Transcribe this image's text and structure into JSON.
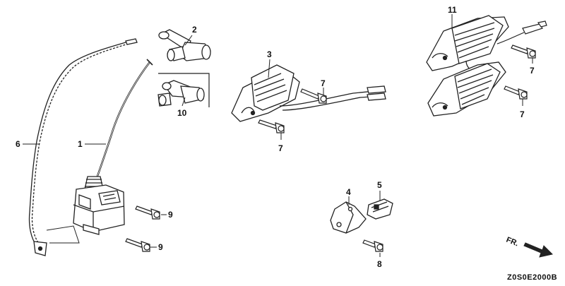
{
  "diagram": {
    "code": "Z0S0E2000B",
    "front_label": "FR.",
    "callouts": {
      "c1": "1",
      "c2": "2",
      "c3": "3",
      "c4": "4",
      "c5": "5",
      "c6": "6",
      "c7a": "7",
      "c7b": "7",
      "c7c": "7",
      "c7d": "7",
      "c8": "8",
      "c9a": "9",
      "c9b": "9",
      "c10": "10",
      "c11": "11"
    }
  }
}
